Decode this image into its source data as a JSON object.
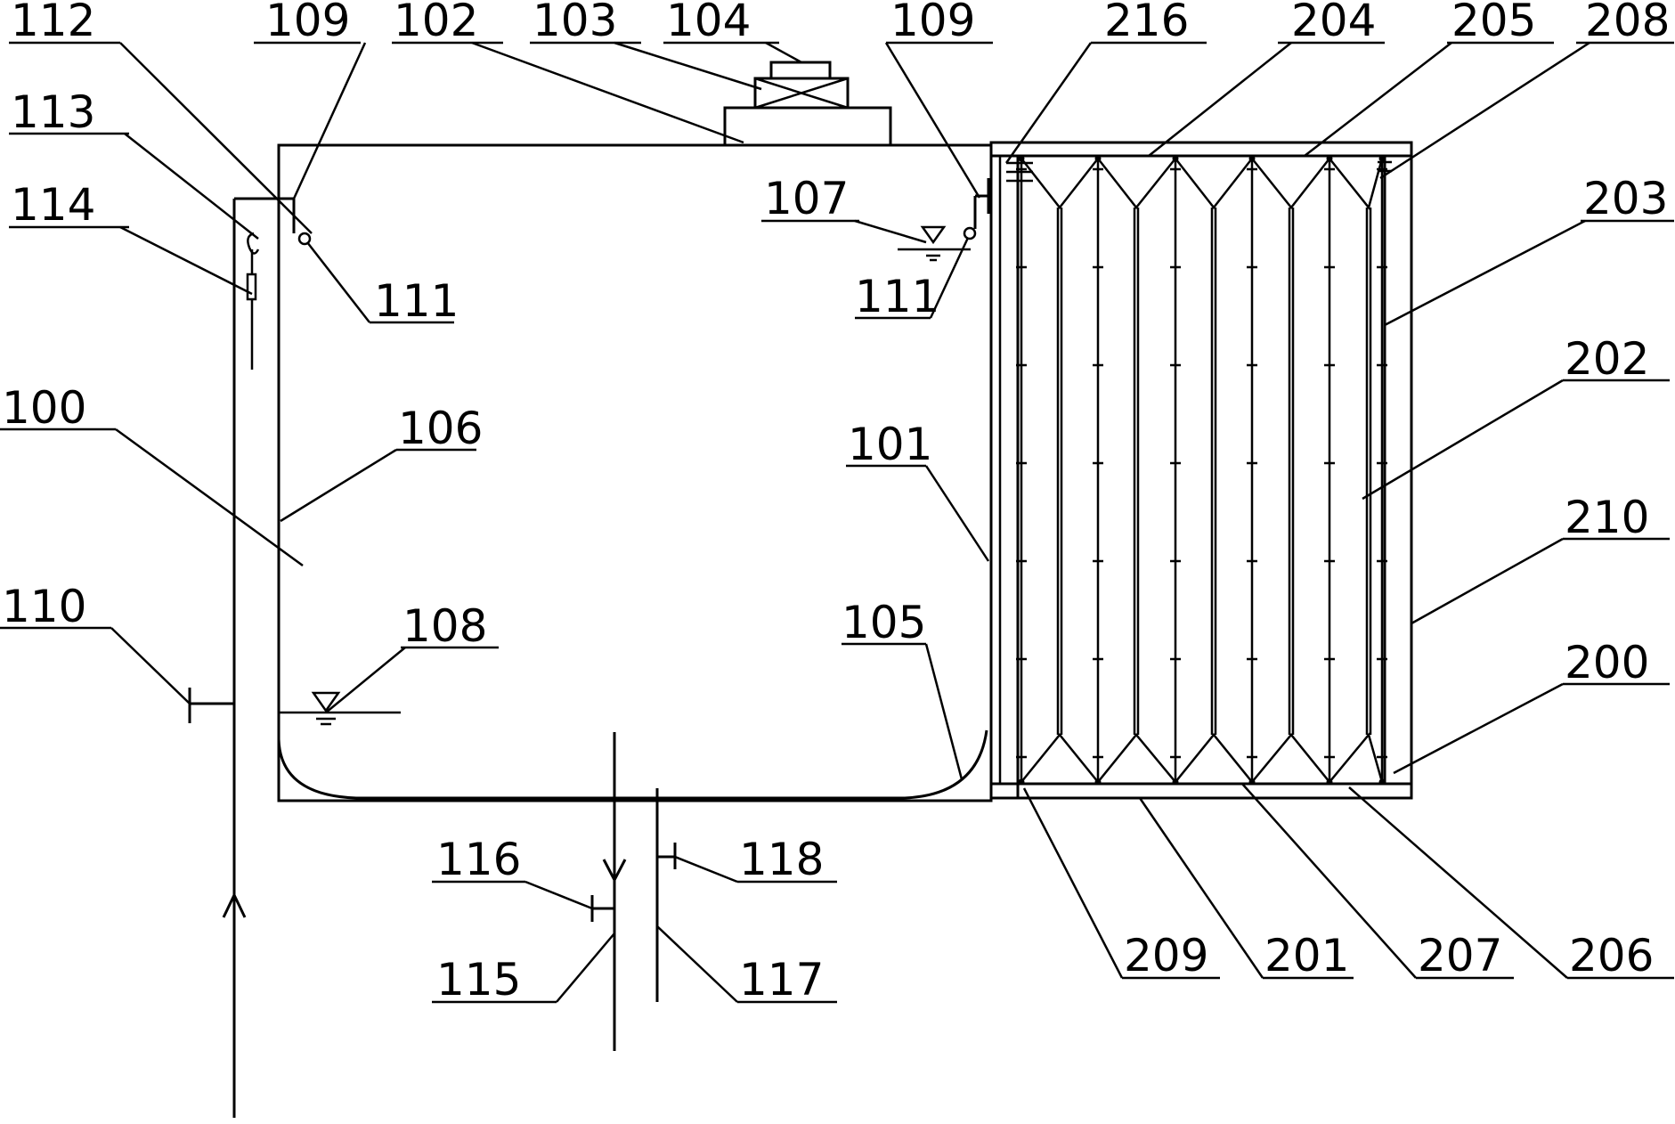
{
  "labels": {
    "l100": "100",
    "l101": "101",
    "l102": "102",
    "l103": "103",
    "l104": "104",
    "l105": "105",
    "l106": "106",
    "l107": "107",
    "l108": "108",
    "l109a": "109",
    "l109b": "109",
    "l110": "110",
    "l111a": "111",
    "l111b": "111",
    "l112": "112",
    "l113": "113",
    "l114": "114",
    "l115": "115",
    "l116": "116",
    "l117": "117",
    "l118": "118",
    "l200": "200",
    "l201": "201",
    "l202": "202",
    "l203": "203",
    "l204": "204",
    "l205": "205",
    "l206": "206",
    "l207": "207",
    "l208": "208",
    "l209": "209",
    "l210": "210",
    "l216": "216"
  }
}
